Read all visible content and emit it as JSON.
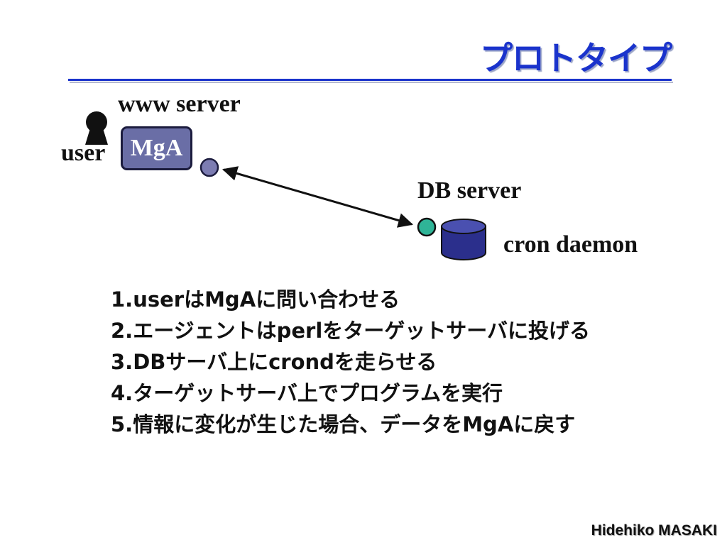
{
  "slide": {
    "title": "プロトタイプ",
    "footer": "Hidehiko MASAKI"
  },
  "diagram": {
    "www_server_label": "www server",
    "user_label": "user",
    "mga_box_label": "MgA",
    "db_server_label": "DB server",
    "cron_label": "cron daemon"
  },
  "steps": [
    "1.userはMgAに問い合わせる",
    "2.エージェントはperlをターゲットサーバに投げる",
    "3.DBサーバ上にcrondを走らせる",
    "4.ターゲットサーバ上でプログラムを実行",
    "5.情報に変化が生じた場合、データをMgAに戻す"
  ],
  "colors": {
    "title": "#1a33cc",
    "mga_box": "#6a6ea6",
    "agent_node": "#7c7cb2",
    "db_node": "#2fb497",
    "database": "#2b2f8c"
  }
}
